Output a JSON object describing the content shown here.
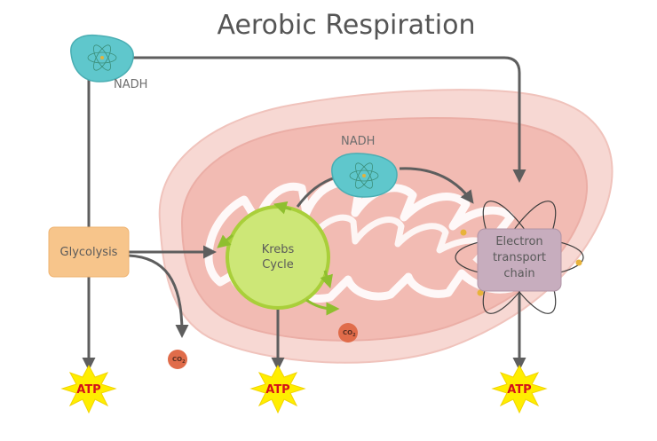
{
  "title": "Aerobic Respiration",
  "labels": {
    "nadh_top": "NADH",
    "nadh_mid": "NADH",
    "glycolysis": "Glycolysis",
    "krebs_line1": "Krebs",
    "krebs_line2": "Cycle",
    "etc_line1": "Electron",
    "etc_line2": "transport",
    "etc_line3": "chain",
    "atp_left": "ATP",
    "atp_center": "ATP",
    "atp_right": "ATP",
    "co2_left": "CO",
    "co2_left_sub": "2",
    "co2_right": "CO",
    "co2_right_sub": "2"
  },
  "colors": {
    "arrow": "#5e5e5e",
    "mito_outer": "#f6d5d0",
    "mito_inner": "#f2b9b2",
    "nadh": "#5fc7cc",
    "glycolysis": "#f7c58b",
    "krebs": "#cbe67a",
    "etc": "#c7adbe",
    "atp_star": "#ffee00",
    "co2": "#e06c4a"
  },
  "icons": [
    "atom-icon",
    "star-burst-icon",
    "circular-arrow-icon"
  ]
}
